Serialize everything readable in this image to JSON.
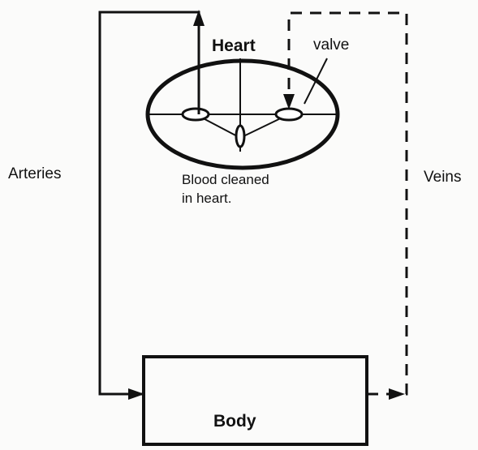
{
  "labels": {
    "heart": "Heart",
    "valve": "valve",
    "caption": "Blood cleaned\nin heart.",
    "arteries": "Arteries",
    "veins": "Veins",
    "body": "Body"
  }
}
